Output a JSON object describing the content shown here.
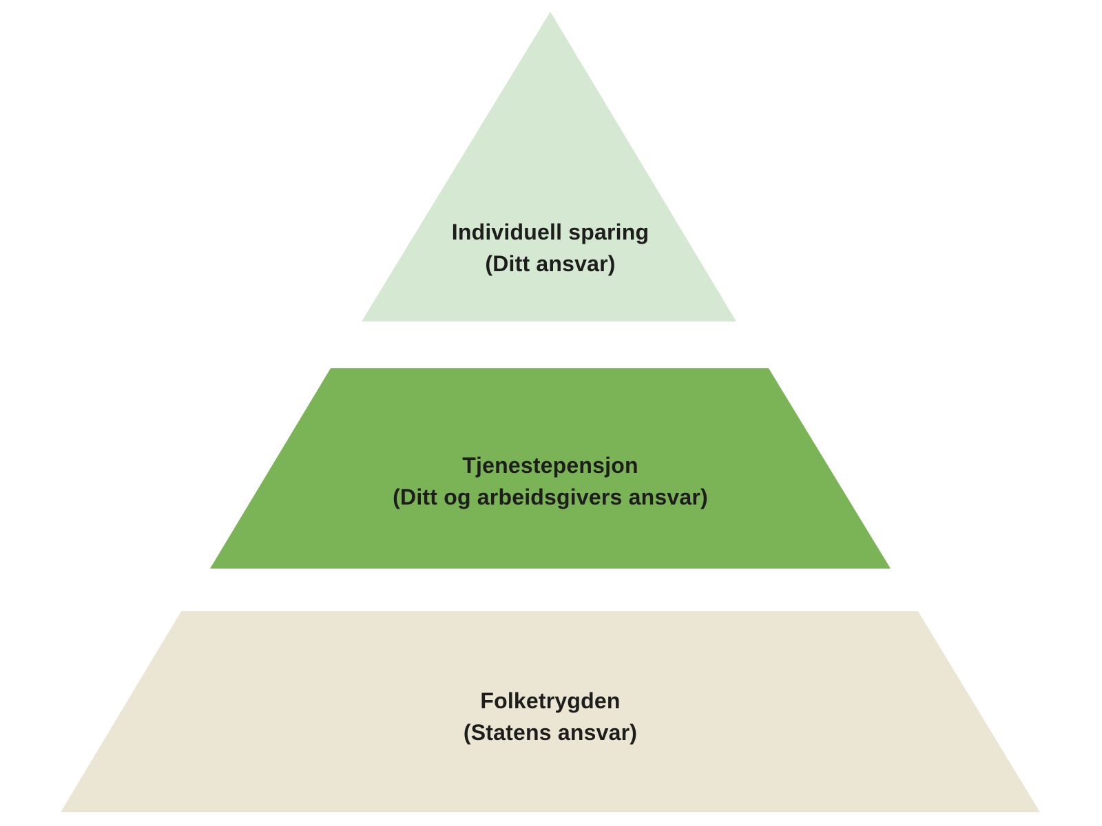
{
  "diagram": {
    "type": "pyramid",
    "background_color": "#ffffff",
    "text_color": "#1d1d1b",
    "tiers": [
      {
        "id": "individuell-sparing",
        "line1": "Individuell sparing",
        "line2": "(Ditt ansvar)",
        "color": "#d5e8d2"
      },
      {
        "id": "tjenestepensjon",
        "line1": "Tjenestepensjon",
        "line2": "(Ditt og arbeidsgivers ansvar)",
        "color": "#7bb456"
      },
      {
        "id": "folketrygden",
        "line1": "Folketrygden",
        "line2": "(Statens ansvar)",
        "color": "#ebe5d3"
      }
    ]
  }
}
